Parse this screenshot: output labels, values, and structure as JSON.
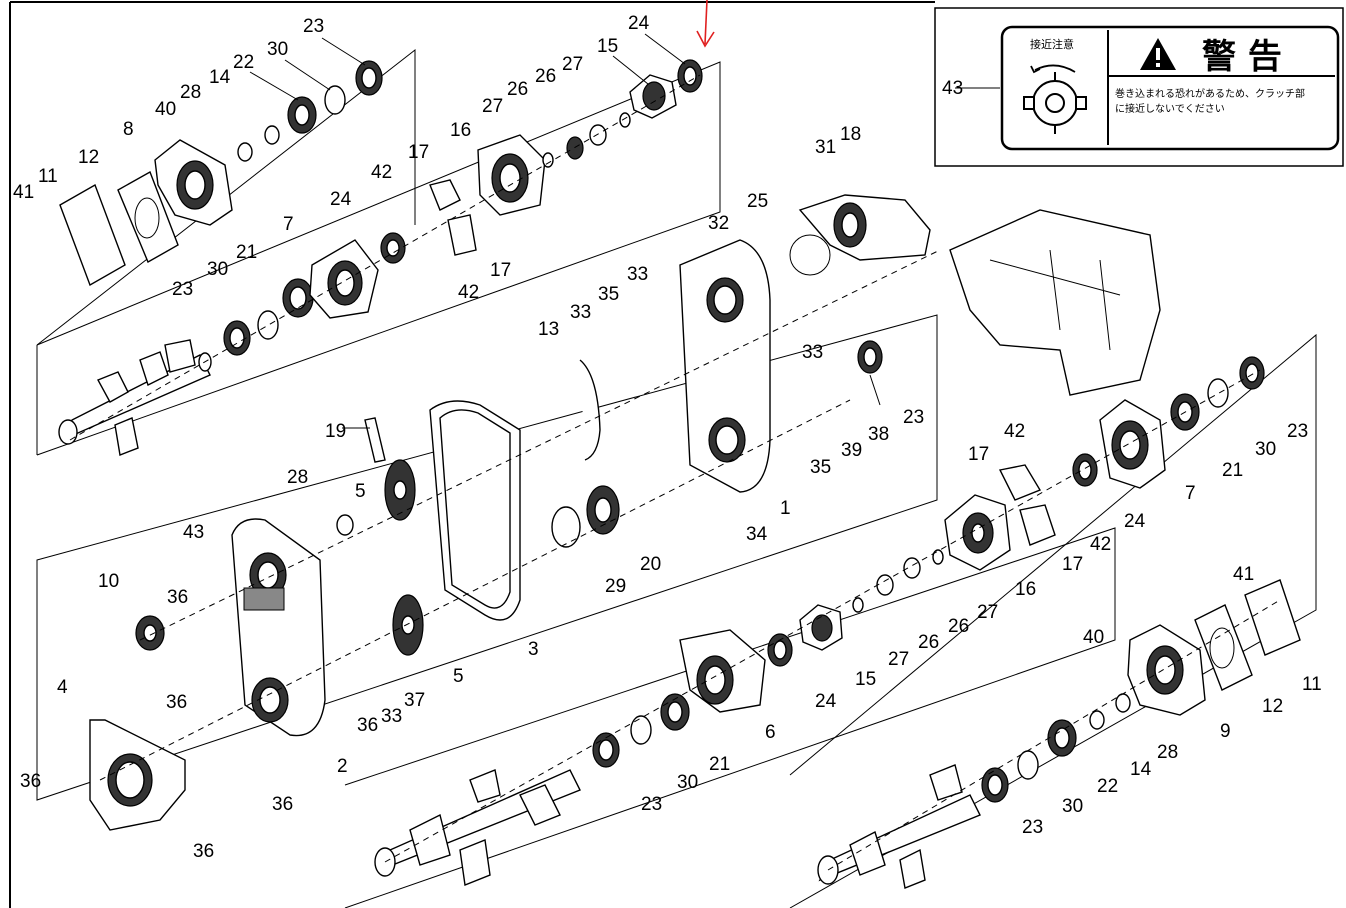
{
  "warning_label": {
    "ref_number": "43",
    "caution_heading": "接近注意",
    "title": "警 告",
    "message_line1": "巻き込まれる恐れがあるため、クラッチ部",
    "message_line2": "に接近しないでください"
  },
  "callouts": {
    "c23a": "23",
    "c24a": "24",
    "c30a": "30",
    "c15a": "15",
    "c27a": "27",
    "c26a": "26",
    "c22a": "22",
    "c14a": "14",
    "c28a": "28",
    "c40a": "40",
    "c8": "8",
    "c12a": "12",
    "c11a": "11",
    "c41a": "41",
    "c16a": "16",
    "c17a": "17",
    "c42a": "42",
    "c27b": "27",
    "c26b": "26",
    "c24b": "24",
    "c7a": "7",
    "c21a": "21",
    "c30b": "30",
    "c23b": "23",
    "c42b": "42",
    "c17b": "17",
    "c31": "31",
    "c18": "18",
    "c32": "32",
    "c25": "25",
    "c33a": "33",
    "c35a": "35",
    "c33b": "33",
    "c13": "13",
    "c33c": "33",
    "c23c": "23",
    "c38": "38",
    "c39": "39",
    "c35b": "35",
    "c1": "1",
    "c34": "34",
    "c19": "19",
    "c28b": "28",
    "c5a": "5",
    "c20": "20",
    "c29": "29",
    "c43b": "43",
    "c36a": "36",
    "c10": "10",
    "c3": "3",
    "c5b": "5",
    "c37": "37",
    "c33d": "33",
    "c36b": "36",
    "c36c": "36",
    "c4": "4",
    "c36d": "36",
    "c36e": "36",
    "c2": "2",
    "c36f": "36",
    "c42c": "42",
    "c17c": "17",
    "c7b": "7",
    "c21b": "21",
    "c30c": "30",
    "c23d": "23",
    "c24c": "24",
    "c42d": "42",
    "c17d": "17",
    "c16b": "16",
    "c27c": "27",
    "c26c": "26",
    "c26d": "26",
    "c27d": "27",
    "c15b": "15",
    "c24d": "24",
    "c6": "6",
    "c21c": "21",
    "c30d": "30",
    "c23e": "23",
    "c41b": "41",
    "c11b": "11",
    "c12b": "12",
    "c40b": "40",
    "c9": "9",
    "c28c": "28",
    "c14b": "14",
    "c22b": "22",
    "c30e": "30",
    "c23f": "23"
  }
}
